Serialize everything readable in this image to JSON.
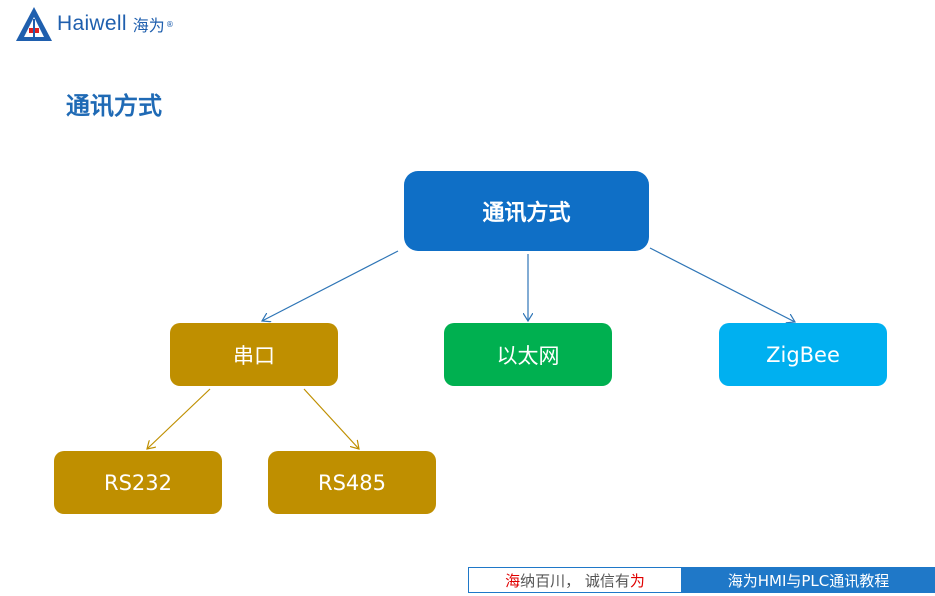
{
  "logo": {
    "brand": "Haiwell",
    "brand_cn": "海为",
    "reg_mark": "®"
  },
  "title": "通讯方式",
  "diagram": {
    "root": "通讯方式",
    "children": [
      "串口",
      "以太网",
      "ZigBee"
    ],
    "serial_children": [
      "RS232",
      "RS485"
    ]
  },
  "colors": {
    "root": "#0f6fc6",
    "serial": "#bf8f00",
    "ethernet": "#00b050",
    "zigbee": "#00b0f0",
    "blue_connector": "#2e75b6",
    "gold_connector": "#bf8f00"
  },
  "footer": {
    "slogan_prefix": "海",
    "slogan_mid": "纳百川， 诚信有",
    "slogan_suffix": "为",
    "course": "海为HMI与PLC通讯教程"
  }
}
